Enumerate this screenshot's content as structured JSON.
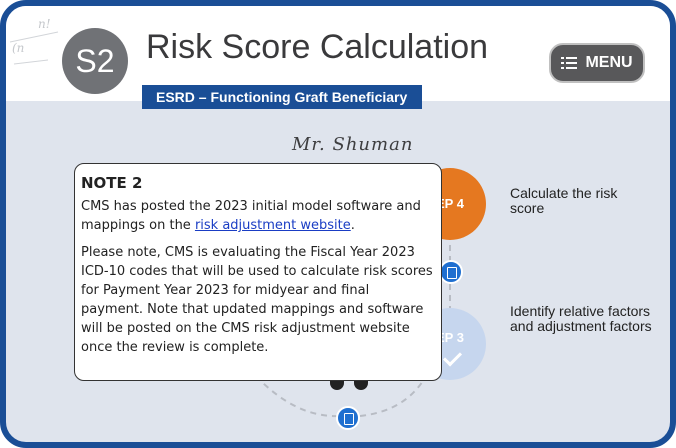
{
  "header": {
    "badge": "S2",
    "title": "Risk Score Calculation",
    "subtitle": "ESRD – Functioning Graft Beneficiary",
    "menu_label": "MENU"
  },
  "scene": {
    "person_name": "Mr. Shuman",
    "steps": [
      {
        "label": "EP 4",
        "description": "Calculate the risk score",
        "color": "#e57820"
      },
      {
        "label": "EP 3",
        "description": "Identify relative factors and adjustment factors",
        "color": "#c6d6ee"
      }
    ]
  },
  "note": {
    "title": "NOTE 2",
    "para1_before": "CMS has posted the 2023 initial model software and mappings on the ",
    "para1_link": "risk adjustment website",
    "para1_after": ".",
    "para2": "Please note, CMS is evaluating the Fiscal Year 2023 ICD-10 codes that will be used to calculate risk scores for Payment Year 2023 for midyear and final payment. Note that updated mappings and software will be posted on the CMS risk adjustment website once the review is complete."
  },
  "colors": {
    "frame": "#1a4e96",
    "background": "#dfe4ed",
    "accent_orange": "#e57820",
    "doc_button": "#1f6fd0",
    "menu_button": "#58585a"
  },
  "icons": [
    "menu-list-icon",
    "document-icon",
    "checkmark-icon"
  ]
}
